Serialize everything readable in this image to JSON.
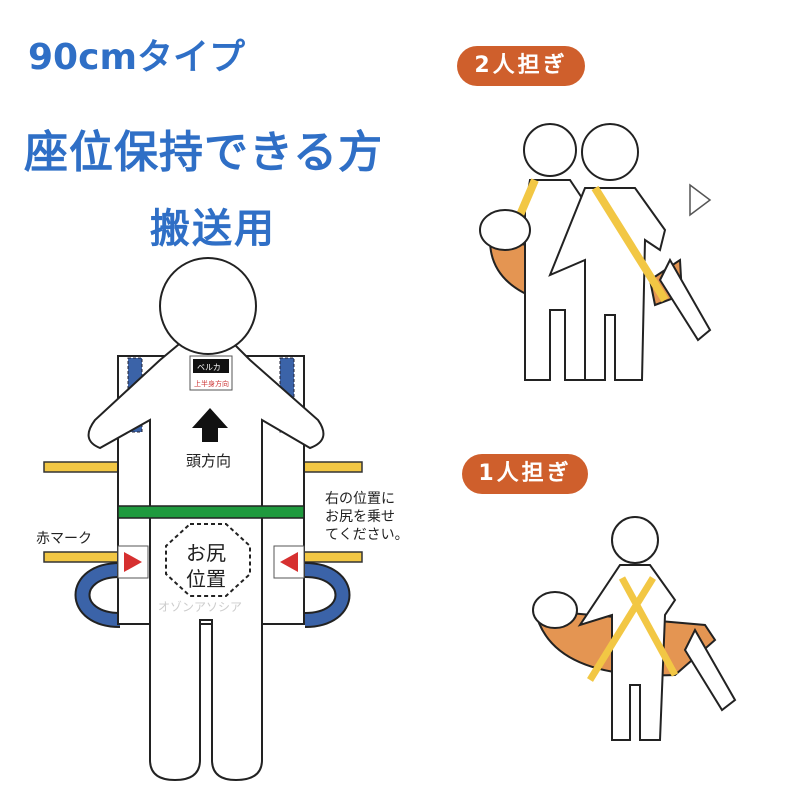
{
  "header": {
    "type_label": "90cmタイプ",
    "subtitle": "座位保持できる方",
    "purpose": "搬送用"
  },
  "diagram": {
    "badge_text": "上半身方向",
    "brand_tag": "ベルカ",
    "head_direction": "頭方向",
    "seat_position": "お尻\n位置",
    "red_mark_label": "赤マーク",
    "instruction": "右の位置に\nお尻を乗せ\nてください。",
    "watermark": "オゾンアソシア"
  },
  "carry_modes": [
    {
      "label": "2人担ぎ"
    },
    {
      "label": "1人担ぎ"
    }
  ],
  "colors": {
    "title_blue": "#2f6fc6",
    "badge_orange": "#cf5f2c",
    "strap_yellow": "#f2c744",
    "handle_blue": "#3b63a8",
    "belt_green": "#1f9a3e",
    "mark_red": "#d63030",
    "sling_orange": "#e49552"
  }
}
